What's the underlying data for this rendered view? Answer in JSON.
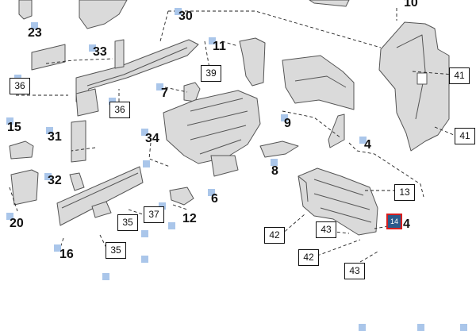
{
  "callouts": {
    "c30": "30",
    "c23": "23",
    "c33": "33",
    "c11": "11",
    "c10": "10",
    "c7": "7",
    "c9": "9",
    "c15": "15",
    "c31": "31",
    "c34": "34",
    "c4": "4",
    "c8": "8",
    "c32": "32",
    "c6": "6",
    "c12": "12",
    "c20": "20",
    "c16": "16",
    "c14": "4",
    "b39": "39",
    "b36a": "36",
    "b36b": "36",
    "b41a": "41",
    "b41b": "41",
    "b13": "13",
    "b37": "37",
    "b35a": "35",
    "b35b": "35",
    "b42a": "42",
    "b43a": "43",
    "b42b": "42",
    "b43b": "43"
  },
  "highlight": {
    "label": "14",
    "border_color": "#d81e1e",
    "fill_color": "#2c5a8c"
  },
  "marker_color": "#aac6ea",
  "part_fill": "#d9d9d9",
  "part_stroke": "#555555",
  "leader_color": "#222222"
}
